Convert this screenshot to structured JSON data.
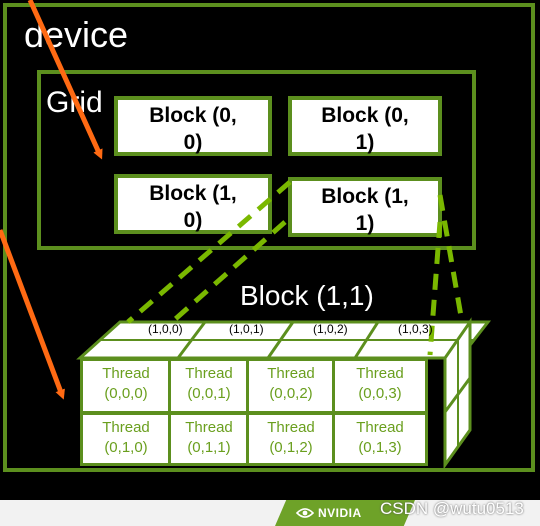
{
  "device": {
    "title": "device"
  },
  "grid": {
    "title": "Grid",
    "blocks": [
      {
        "line1": "Block (0,",
        "line2": "0)"
      },
      {
        "line1": "Block (0,",
        "line2": "1)"
      },
      {
        "line1": "Block (1,",
        "line2": "0)"
      },
      {
        "line1": "Block (1,",
        "line2": "1)"
      }
    ]
  },
  "block_detail": {
    "title": "Block (1,1)",
    "top_labels": [
      "(1,0,0)",
      "(1,0,1)",
      "(1,0,2)",
      "(1,0,3)"
    ],
    "threads": [
      {
        "label": "Thread",
        "index": "(0,0,0)"
      },
      {
        "label": "Thread",
        "index": "(0,0,1)"
      },
      {
        "label": "Thread",
        "index": "(0,0,2)"
      },
      {
        "label": "Thread",
        "index": "(0,0,3)"
      },
      {
        "label": "Thread",
        "index": "(0,1,0)"
      },
      {
        "label": "Thread",
        "index": "(0,1,1)"
      },
      {
        "label": "Thread",
        "index": "(0,1,2)"
      },
      {
        "label": "Thread",
        "index": "(0,1,3)"
      }
    ]
  },
  "footer": {
    "brand": "NVIDIA",
    "watermark": "CSDN @wutu0513"
  },
  "colors": {
    "frame_green": "#5c8f1e",
    "arrow_orange": "#ff6a13",
    "dash_green": "#7ab800",
    "thread_text": "#6a9f1e"
  }
}
